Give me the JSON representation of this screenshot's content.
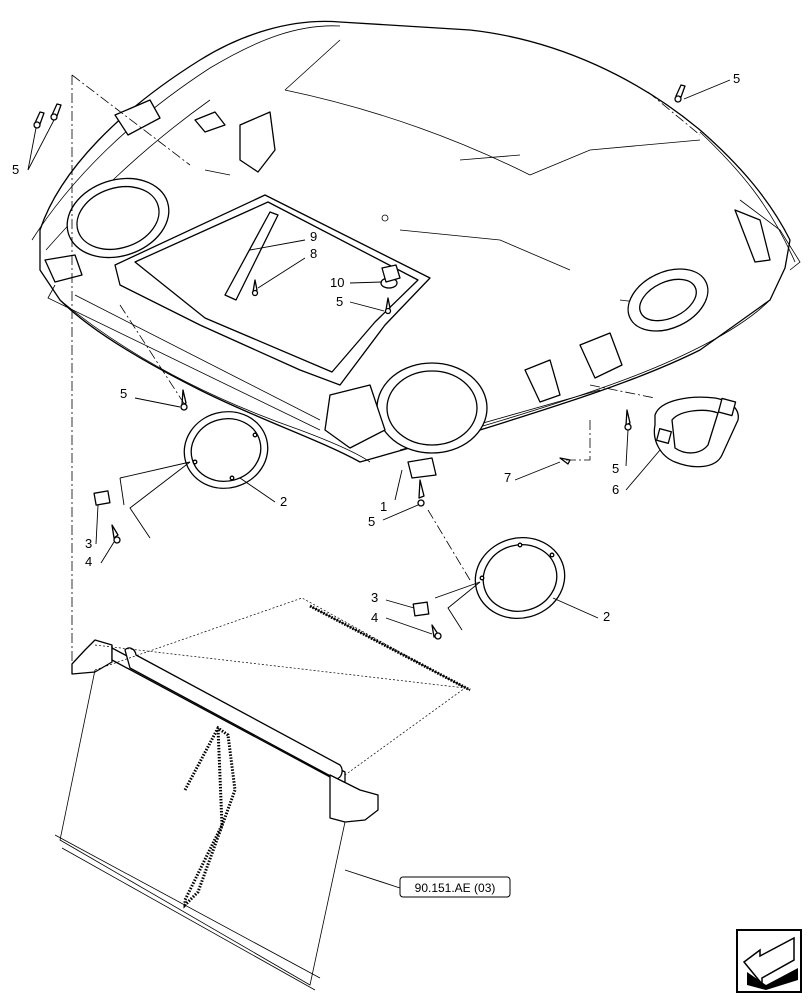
{
  "callouts": {
    "c1": "1",
    "c2a": "2",
    "c2b": "2",
    "c3a": "3",
    "c3b": "3",
    "c4a": "4",
    "c4b": "4",
    "c5a": "5",
    "c5b": "5",
    "c5c": "5",
    "c5d": "5",
    "c5e": "5",
    "c5f": "5",
    "c6": "6",
    "c7": "7",
    "c8": "8",
    "c9": "9",
    "c10": "10"
  },
  "reference_box": {
    "label": "90.151.AE (03)"
  },
  "nav_icon": {
    "name": "return-arrow-icon"
  }
}
